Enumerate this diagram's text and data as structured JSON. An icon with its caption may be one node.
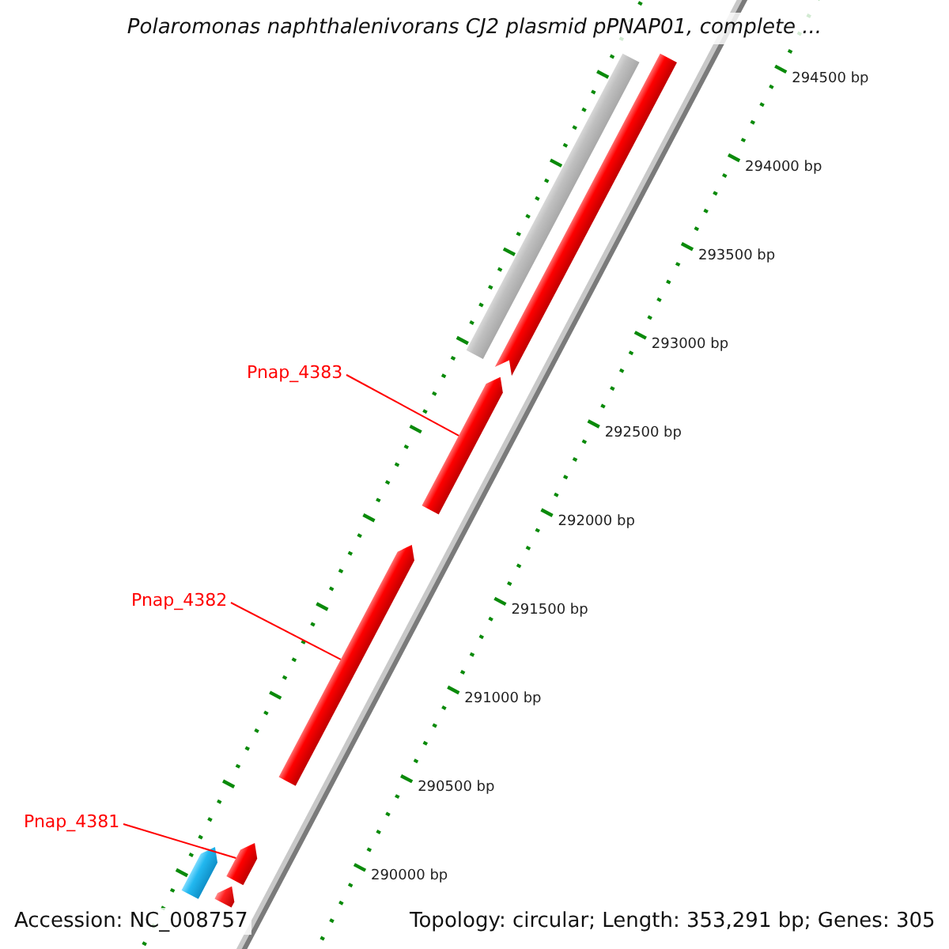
{
  "diagram": {
    "title": "Polaromonas naphthalenivorans CJ2 plasmid pPNAP01, complete ...",
    "nodes": [
      {
        "text": [
          "Pnap_4383"
        ]
      },
      {
        "text": [
          "Pnap_4382"
        ]
      },
      {
        "text": [
          "Pnap_4381"
        ]
      },
      {
        "text": [],
        "shape": "bar"
      },
      {
        "text": [],
        "shape": "bar"
      },
      {
        "text": [],
        "shape": "bar"
      },
      {
        "text": [],
        "shape": "bar"
      },
      {
        "text": [],
        "shape": "bar"
      },
      {
        "text": [],
        "shape": "bar"
      },
      {
        "text": [],
        "shape": "bar"
      }
    ],
    "edges": [
      {
        "from": 0,
        "to": 5,
        "arrow": "none"
      },
      {
        "from": 1,
        "to": 6,
        "arrow": "none"
      },
      {
        "from": 2,
        "to": 8,
        "arrow": "none"
      }
    ],
    "labels": [
      "294500 bp",
      "294000 bp",
      "293500 bp",
      "293000 bp",
      "292500 bp",
      "292000 bp",
      "291500 bp",
      "291000 bp",
      "290500 bp",
      "290000 bp",
      "Accession: NC_008757",
      "Topology: circular; Length: 353,291 bp; Genes: 305"
    ]
  }
}
